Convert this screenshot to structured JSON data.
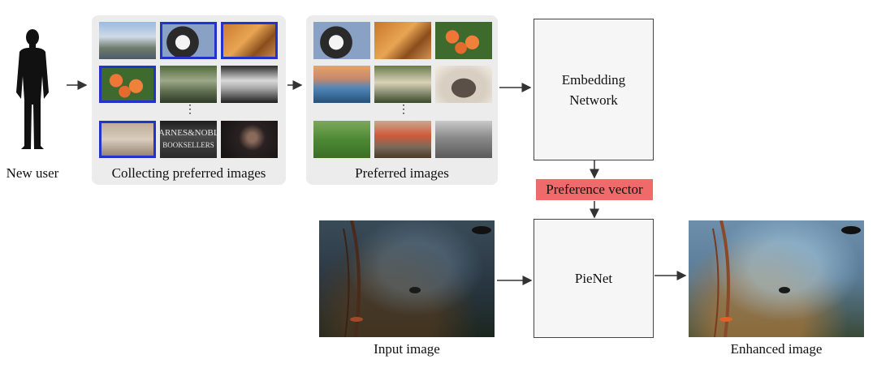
{
  "user": {
    "label": "New user",
    "icon": "person-silhouette-icon"
  },
  "collect": {
    "label": "Collecting preferred images"
  },
  "preferred": {
    "label": "Preferred images"
  },
  "embedding": {
    "line1": "Embedding",
    "line2": "Network"
  },
  "pref_vector": {
    "label": "Preference vector",
    "color": "#ef6a6a"
  },
  "pienet": {
    "label": "PieNet"
  },
  "input": {
    "label": "Input image"
  },
  "enhanced": {
    "label": "Enhanced image"
  },
  "dots": "⋮",
  "colors": {
    "selection_border": "#2233cc",
    "panel": "#ececec",
    "box_border": "#444444"
  }
}
